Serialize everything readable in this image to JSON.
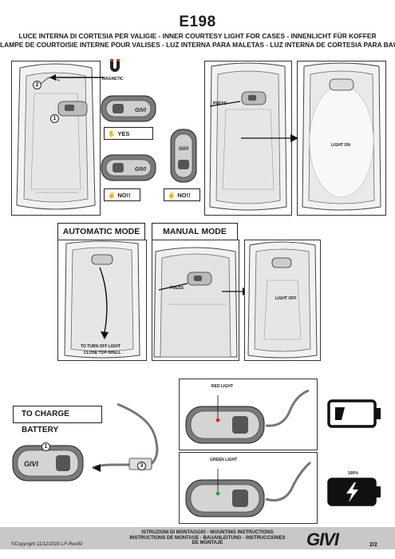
{
  "header": {
    "code": "E198",
    "line1": "LUCE INTERNA DI CORTESIA PER VALIGIE - INNER COURTESY LIGHT FOR CASES - INNENLICHT FÜR KOFFER",
    "line2": "LAMPE DE COURTOISIE INTERNE POUR VALISES - LUZ INTERNA PARA MALETAS - LUZ INTERNA DE CORTESIA PARA BAÚS"
  },
  "install": {
    "magnetic": "MAGNETIC",
    "yes": "YES",
    "no1": "NO!!",
    "no2": "NO!!",
    "step1": "1",
    "step2": "2",
    "press": "PRESS",
    "light_on": "LIGHT ON"
  },
  "modes": {
    "automatic": "AUTOMATIC MODE",
    "manual": "MANUAL MODE",
    "auto_note_1": "TO TURN OFF LIGHT",
    "auto_note_2": "CLOSE TOP-SHELL",
    "press": "PRESS",
    "light_off": "LIGHT OFF"
  },
  "charge": {
    "title": "TO CHARGE BATTERY",
    "step1": "1",
    "step3": "3",
    "red_light": "RED LIGHT",
    "green_light": "GREEN LIGHT",
    "percent": "100%"
  },
  "footer": {
    "copyright": "©Copyright 11/12/2020 LF-Rev00",
    "center_1": "ISTRUZIONI DI MONTAGGIO  -  MOUNTING INSTRUCTIONS",
    "center_2": "INSTRUCTIONS DE MONTAGE - BAUANLEITUNG - INSTRUCCIONES",
    "center_3": "DE MONTAJE",
    "brand": "GIVI",
    "page": "2/2"
  },
  "colors": {
    "red_led": "#d0301f",
    "green_led": "#2e9e4a",
    "footer_bg": "#c8c8c8"
  }
}
